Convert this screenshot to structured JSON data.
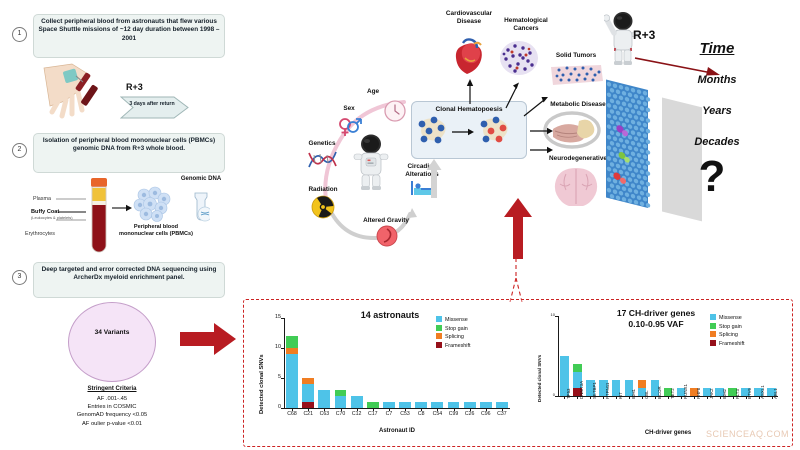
{
  "panels": {
    "step1": {
      "number": "1",
      "text": "Collect peripheral blood from astronauts that flew various Space Shuttle  missions of ~12 day duration between 1998 – 2001",
      "rplus3": "R+3",
      "chevron": "3 days after return"
    },
    "step2": {
      "number": "2",
      "text": "Isolation of peripheral blood mononuclear cells (PBMCs) genomic DNA from R+3 whole blood.",
      "labels": {
        "plasma": "Plasma",
        "buffy": "Buffy Coat",
        "buffy_sub": "(Leukocytes & platelets)",
        "erythrocytes": "Erythrocytes",
        "pbmc": "Peripheral blood mononuclear cells (PBMCs)",
        "genomic_dna": "Genomic DNA"
      }
    },
    "step3": {
      "number": "3",
      "text": "Deep targeted and error corrected DNA sequencing using ArcherDx myeloid enrichment panel.",
      "circle": "34 Variants",
      "criteria_title": "Stringent Criteria",
      "criteria": "AF .001-.45\nEntries in COSMIC\nGenomAD frequency <0.05\nAF oulier p-value <0.01"
    }
  },
  "hub": {
    "center_label": "astronaut",
    "risk_factors": [
      "Sex",
      "Age",
      "Genetics",
      "Radiation",
      "Altered Gravity",
      "Circadian Alterations"
    ],
    "clonal_box_title": "Clonal Hematopoesis",
    "outcomes": [
      "Cardiovascular Disease",
      "Hematological Cancers",
      "Solid Tumors",
      "Metabolic Disease",
      "Neurodegenerative"
    ]
  },
  "time_panel": {
    "rplus3": "R+3",
    "title": "Time",
    "items": [
      "Months",
      "Years",
      "Decades"
    ],
    "question": "?"
  },
  "legend": {
    "items": [
      {
        "label": "Missense",
        "color": "#4ec3e8"
      },
      {
        "label": "Stop gain",
        "color": "#41cc55"
      },
      {
        "label": "Splicing",
        "color": "#f07d22"
      },
      {
        "label": "Frameshift",
        "color": "#96101a"
      }
    ]
  },
  "watermark": "SCIENCEAQ.COM",
  "chart_data": [
    {
      "type": "bar",
      "id": "astronauts",
      "title": "14 astronauts",
      "xlabel": "Astronaut ID",
      "ylabel": "Detected clonal SNVs",
      "ylim": [
        0,
        15
      ],
      "yticks": [
        0,
        5,
        10,
        15
      ],
      "grid": false,
      "legend_position": "top-right",
      "stacked": true,
      "categories": [
        "C68",
        "C21",
        "C63",
        "C70",
        "C12",
        "C17",
        "C7",
        "C53",
        "C8",
        "C54",
        "C99",
        "C26",
        "C96",
        "C37"
      ],
      "series": [
        {
          "name": "Missense",
          "color": "#4ec3e8",
          "values": [
            9,
            3,
            3,
            2,
            2,
            0,
            1,
            1,
            1,
            1,
            1,
            1,
            1,
            1
          ]
        },
        {
          "name": "Stop gain",
          "color": "#41cc55",
          "values": [
            2,
            0,
            0,
            1,
            0,
            1,
            0,
            0,
            0,
            0,
            0,
            0,
            0,
            0
          ]
        },
        {
          "name": "Splicing",
          "color": "#f07d22",
          "values": [
            1,
            1,
            0,
            0,
            0,
            0,
            0,
            0,
            0,
            0,
            0,
            0,
            0,
            0
          ]
        },
        {
          "name": "Frameshift",
          "color": "#96101a",
          "values": [
            0,
            1,
            0,
            0,
            0,
            0,
            0,
            0,
            0,
            0,
            0,
            0,
            0,
            0
          ]
        }
      ],
      "totals": [
        12,
        5,
        3,
        3,
        2,
        1,
        1,
        1,
        1,
        1,
        1,
        1,
        1,
        1
      ]
    },
    {
      "type": "bar",
      "id": "genes",
      "title": "17 CH-driver genes",
      "subtitle": "0.10-0.95 VAF",
      "xlabel": "CH-driver genes",
      "ylabel": "Detected clonal SNVs",
      "ylim": [
        0,
        10
      ],
      "yticks": [
        0,
        10
      ],
      "grid": false,
      "legend_position": "top-right",
      "stacked": true,
      "categories": [
        "TP53",
        "DNMT3A",
        "SETBP1",
        "PTPN11",
        "KIT",
        "IDH1",
        "CBL",
        "BCOR",
        "TET2",
        "RUNX1",
        "PHF6",
        "JAK2",
        "IDH2",
        "FLT3",
        "ETV6",
        "ASXL1",
        "ABL1"
      ],
      "series": [
        {
          "name": "Missense",
          "color": "#4ec3e8",
          "values": [
            5,
            2,
            2,
            2,
            2,
            2,
            1,
            2,
            0,
            1,
            0,
            1,
            1,
            0,
            1,
            1,
            1
          ]
        },
        {
          "name": "Stop gain",
          "color": "#41cc55",
          "values": [
            0,
            1,
            0,
            0,
            0,
            0,
            0,
            0,
            1,
            0,
            0,
            0,
            0,
            1,
            0,
            0,
            0
          ]
        },
        {
          "name": "Splicing",
          "color": "#f07d22",
          "values": [
            0,
            0,
            0,
            0,
            0,
            0,
            1,
            0,
            0,
            0,
            1,
            0,
            0,
            0,
            0,
            0,
            0
          ]
        },
        {
          "name": "Frameshift",
          "color": "#96101a",
          "values": [
            0,
            1,
            0,
            0,
            0,
            0,
            0,
            0,
            0,
            0,
            0,
            0,
            0,
            0,
            0,
            0,
            0
          ]
        }
      ],
      "totals": [
        5,
        4,
        2,
        2,
        2,
        2,
        2,
        2,
        1,
        1,
        1,
        1,
        1,
        1,
        1,
        1,
        1
      ]
    }
  ]
}
